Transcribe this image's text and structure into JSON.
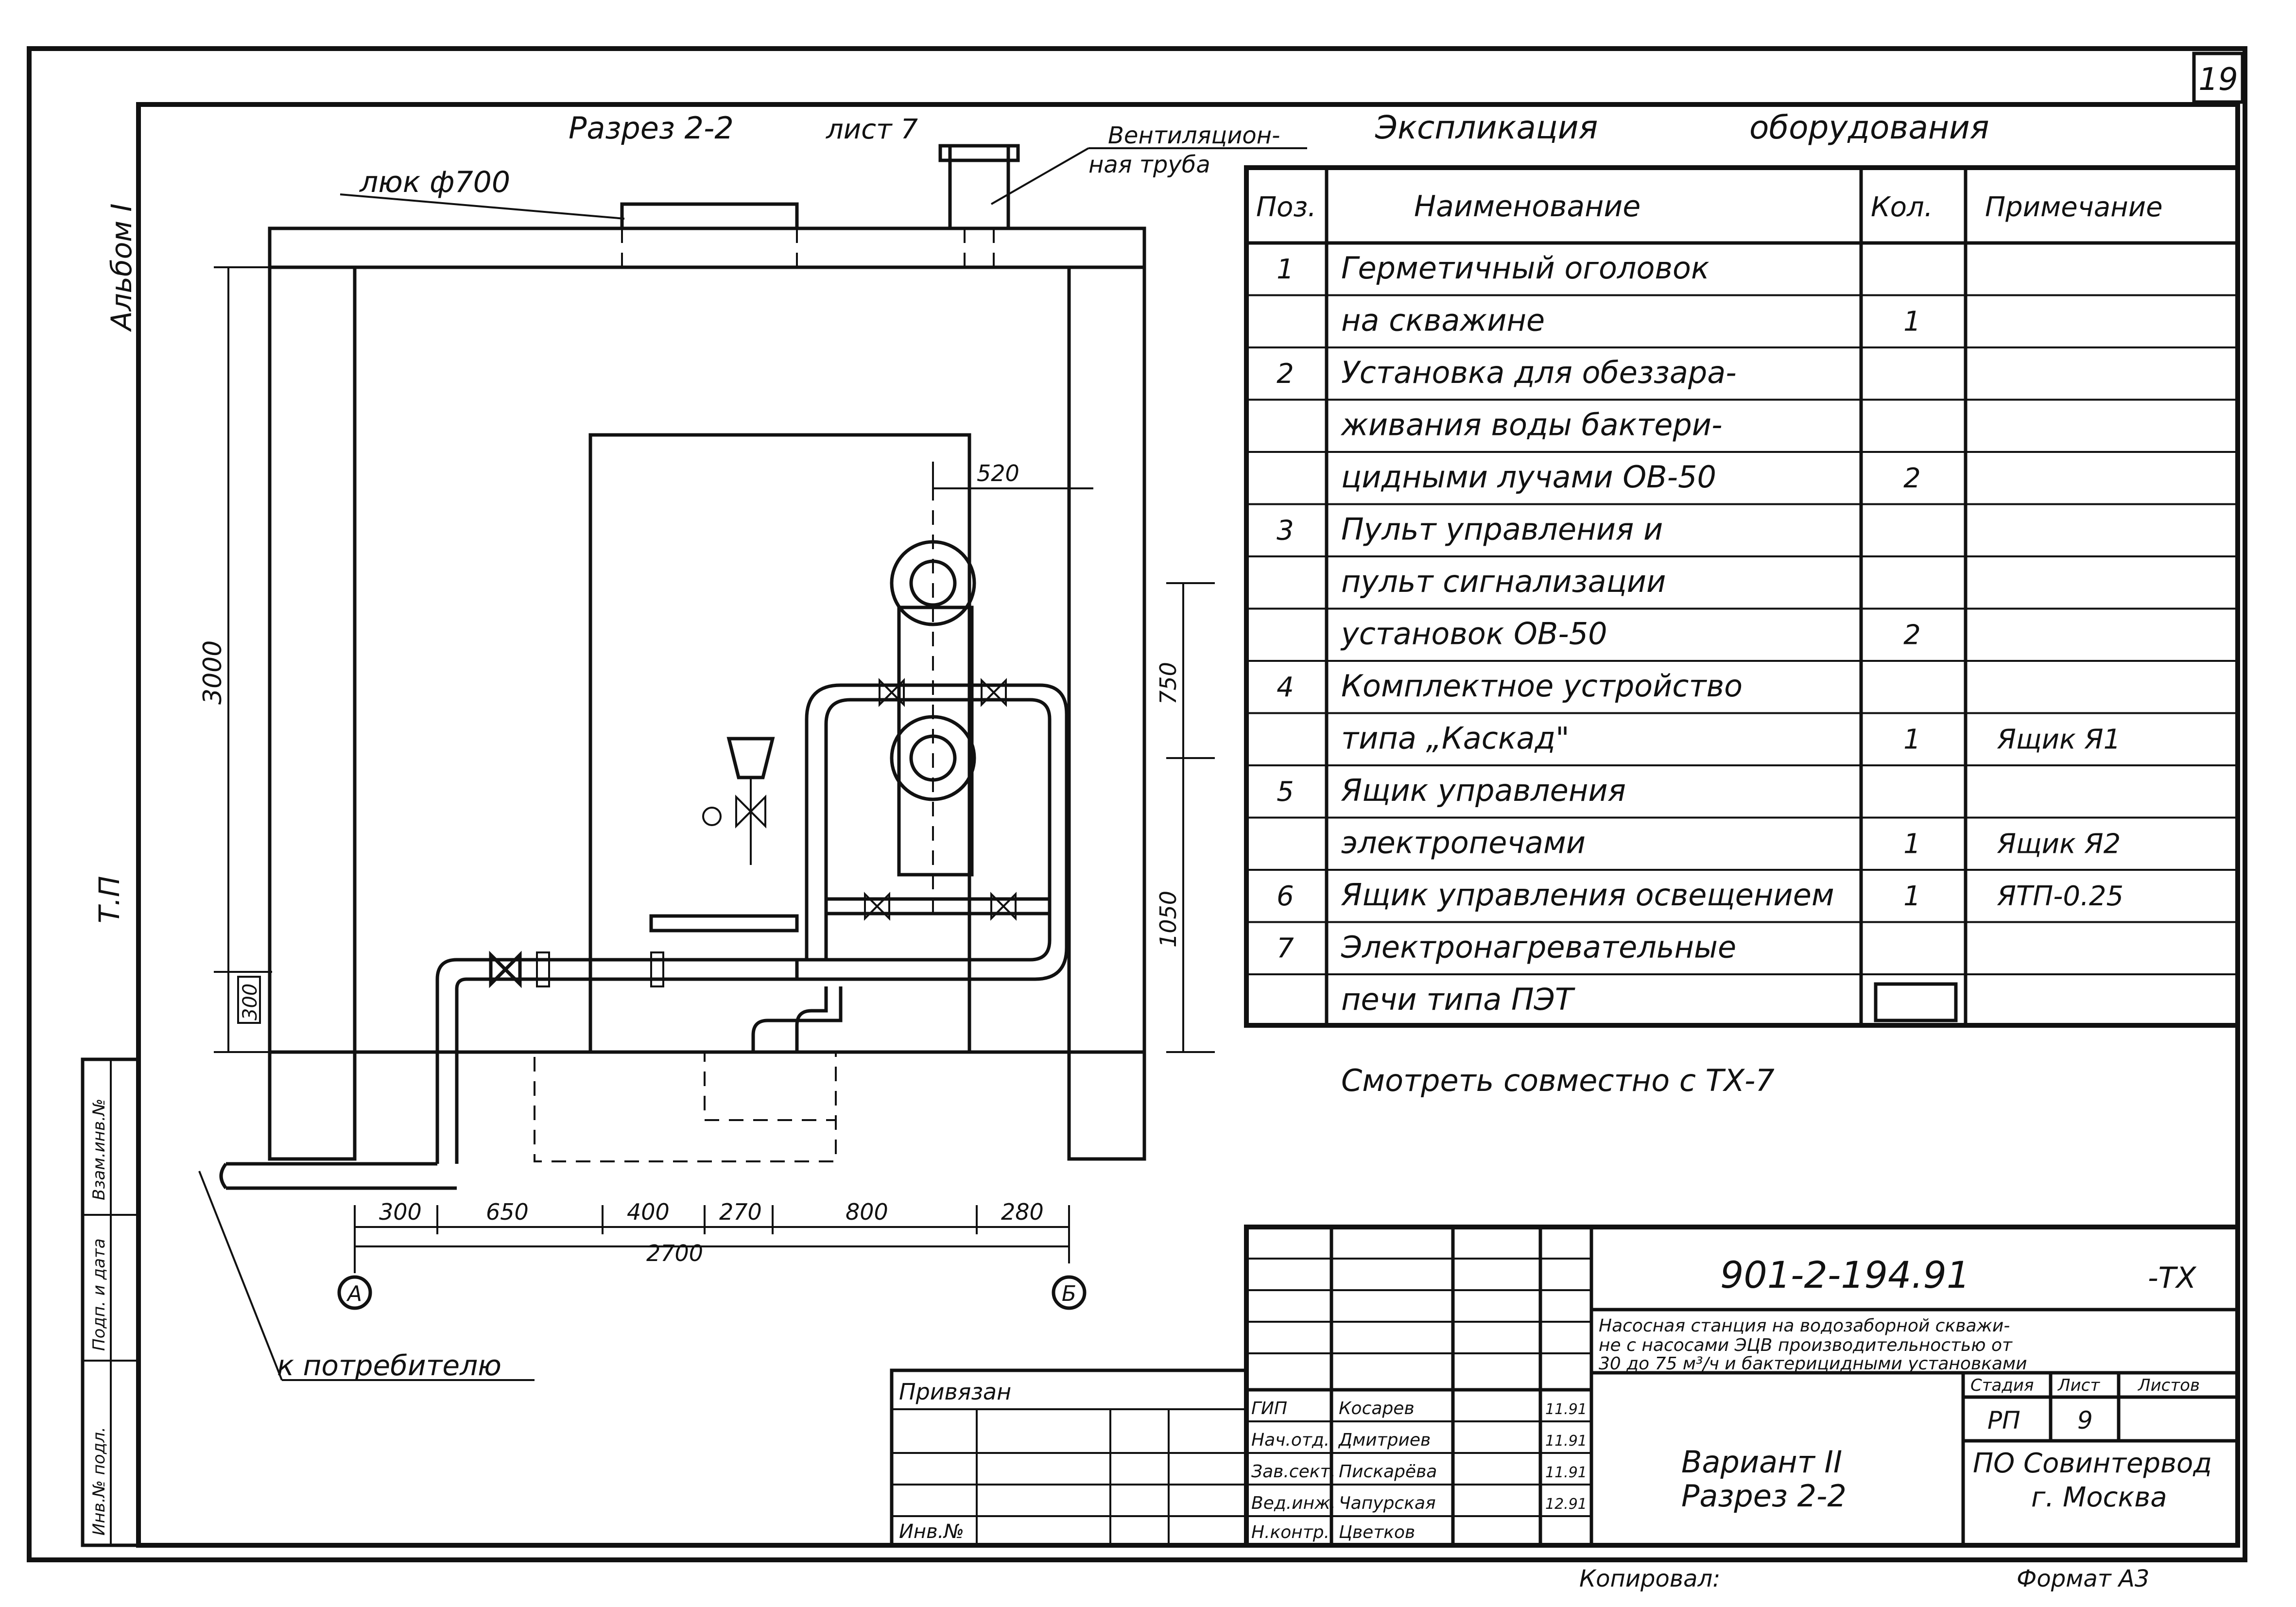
{
  "sheet_number": "19",
  "album_label": "Альбом I",
  "side_code": "Т.П",
  "section": {
    "title": "Разрез 2-2",
    "sheet_ref": "лист 7",
    "hatch_label": "люк ф700",
    "vent_label_1": "Вентиляцион-",
    "vent_label_2": "ная труба",
    "consumer_label": "к потребителю",
    "axis_a": "А",
    "axis_b": "Б",
    "dim_height_total": "3000",
    "dim_height_base": "300",
    "dim_top": "520",
    "dim_750": "750",
    "dim_1050": "1050",
    "dim_total_width": "2700",
    "dims_bottom": [
      "300",
      "650",
      "400",
      "270",
      "800",
      "280"
    ]
  },
  "explication": {
    "title_1": "Экспликация",
    "title_2": "оборудования",
    "headers": {
      "pos": "Поз.",
      "name": "Наименование",
      "qty": "Кол.",
      "note": "Примечание"
    },
    "rows": [
      {
        "pos": "1",
        "name": "Герметичный оголовок",
        "qty": "",
        "note": ""
      },
      {
        "pos": "",
        "name": "на скважине",
        "qty": "1",
        "note": ""
      },
      {
        "pos": "2",
        "name": "Установка для обеззара-",
        "qty": "",
        "note": ""
      },
      {
        "pos": "",
        "name": "живания воды бактери-",
        "qty": "",
        "note": ""
      },
      {
        "pos": "",
        "name": "цидными лучами ОВ-50",
        "qty": "2",
        "note": ""
      },
      {
        "pos": "3",
        "name": "Пульт управления и",
        "qty": "",
        "note": ""
      },
      {
        "pos": "",
        "name": "пульт сигнализации",
        "qty": "",
        "note": ""
      },
      {
        "pos": "",
        "name": "установок ОВ-50",
        "qty": "2",
        "note": ""
      },
      {
        "pos": "4",
        "name": "Комплектное устройство",
        "qty": "",
        "note": ""
      },
      {
        "pos": "",
        "name": "типа „Каскад\"",
        "qty": "1",
        "note": "Ящик Я1"
      },
      {
        "pos": "5",
        "name": "Ящик управления",
        "qty": "",
        "note": ""
      },
      {
        "pos": "",
        "name": "электропечами",
        "qty": "1",
        "note": "Ящик Я2"
      },
      {
        "pos": "6",
        "name": "Ящик управления освещением",
        "qty": "1",
        "note": "ЯТП-0.25"
      },
      {
        "pos": "7",
        "name": "Электронагревательные",
        "qty": "",
        "note": ""
      },
      {
        "pos": "",
        "name": "печи типа ПЭТ",
        "qty": "",
        "note": ""
      }
    ],
    "see_also": "Смотреть совместно с ТХ-7"
  },
  "stamp": {
    "code": "901-2-194.91",
    "suffix": "-ТХ",
    "desc_1": "Насосная станция на водозаборной скважи-",
    "desc_2": "не с насосами ЭЦВ производительностью от",
    "desc_3": "30 до 75 м³/ч и бактерицидными установками",
    "stage_h": "Стадия",
    "sheet_h": "Лист",
    "sheets_h": "Листов",
    "stage": "РП",
    "sheet": "9",
    "sheets": "",
    "title_1": "Вариант II",
    "title_2": "Разрез 2-2",
    "org_1": "ПО Совинтервод",
    "org_2": "г. Москва",
    "roles": [
      {
        "role": "ГИП",
        "name": "Косарев",
        "date": "11.91"
      },
      {
        "role": "Нач.отд.",
        "name": "Дмитриев",
        "date": "11.91"
      },
      {
        "role": "Зав.сект.",
        "name": "Пискарёва",
        "date": "11.91"
      },
      {
        "role": "Вед.инж.",
        "name": "Чапурская",
        "date": "12.91"
      },
      {
        "role": "Н.контр.",
        "name": "Цветков",
        "date": ""
      }
    ],
    "bound_label": "Привязан",
    "inv_label": "Инв.№",
    "copied_label": "Копировал:",
    "format_label": "Формат А3"
  },
  "left_stamp": {
    "labels": [
      "Инв.№ подл.",
      "Подп. и дата",
      "Взам.инв.№"
    ]
  }
}
